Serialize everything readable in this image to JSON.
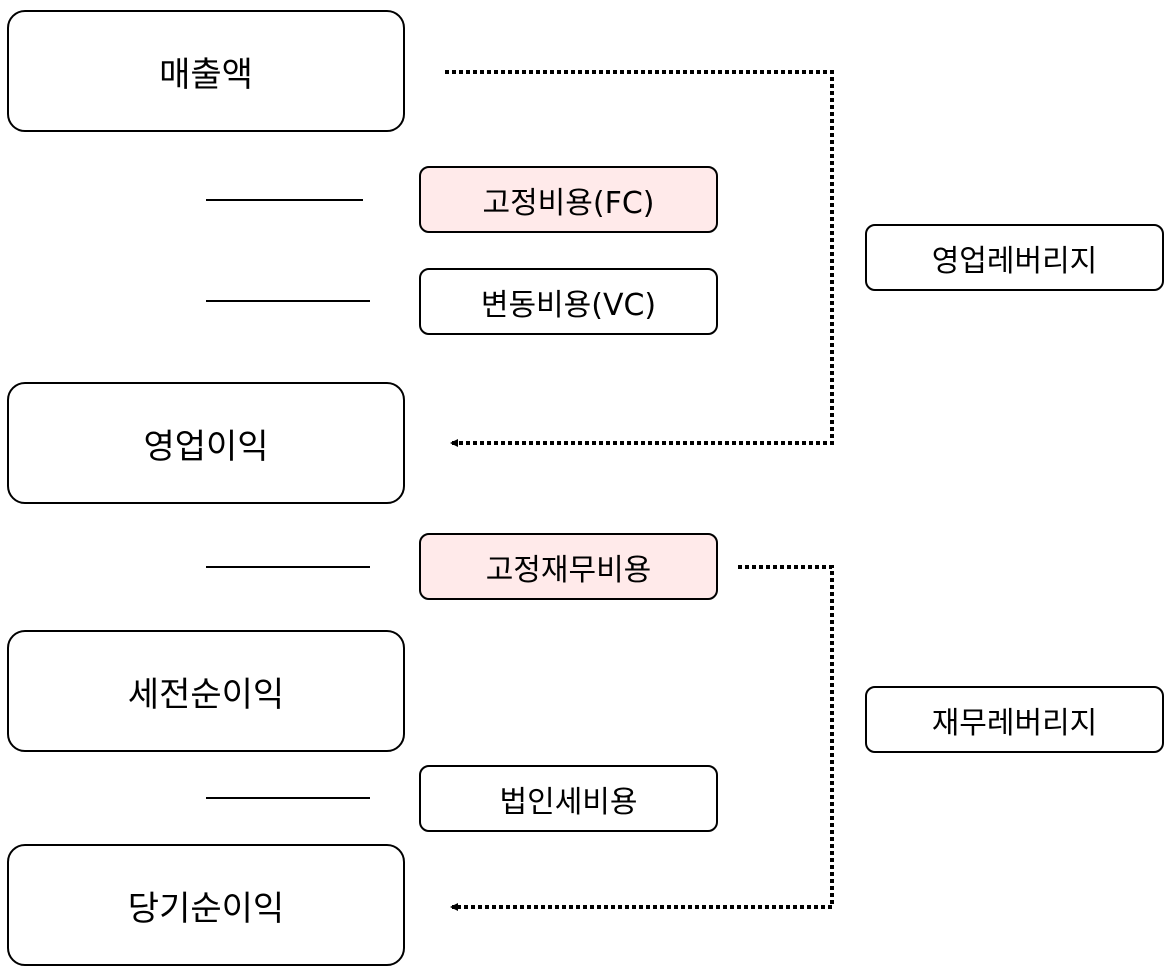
{
  "colors": {
    "highlight_fill": "#ffeaea",
    "normal_fill": "#ffffff",
    "stroke": "#000000"
  },
  "main_items": {
    "sales": "매출액",
    "operating_income": "영업이익",
    "pretax_income": "세전순이익",
    "net_income": "당기순이익"
  },
  "cost_items": {
    "fixed_cost": "고정비용(FC)",
    "variable_cost": "변동비용(VC)",
    "fixed_financial_cost": "고정재무비용",
    "income_tax": "법인세비용"
  },
  "leverage": {
    "operating": "영업레버리지",
    "financial": "재무레버리지"
  }
}
